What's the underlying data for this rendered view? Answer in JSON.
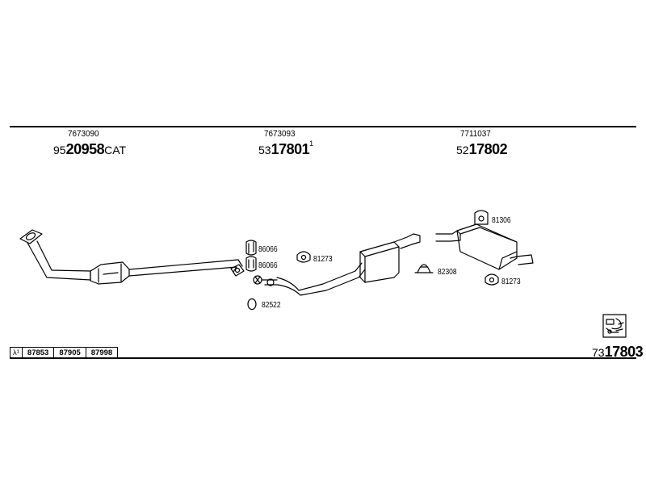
{
  "header": {
    "groups": [
      {
        "ref": "7673090",
        "prefix": "95",
        "code": "20958",
        "suffix": "CAT",
        "sup": ""
      },
      {
        "ref": "7673093",
        "prefix": "53",
        "code": "17801",
        "suffix": "",
        "sup": "1"
      },
      {
        "ref": "7711037",
        "prefix": "52",
        "code": "17802",
        "suffix": "",
        "sup": ""
      }
    ]
  },
  "parts": {
    "gasket_a": "86066",
    "gasket_b": "86066",
    "ring_82522": "82522",
    "hanger_mid": "81273",
    "clamp": "82308",
    "hanger_rear_top": "81306",
    "hanger_rear_bottom": "81273"
  },
  "lambda_row": {
    "symbol": "λ¹",
    "codes": [
      "87853",
      "87905",
      "87998"
    ]
  },
  "kit": {
    "prefix": "73",
    "code": "17803"
  }
}
